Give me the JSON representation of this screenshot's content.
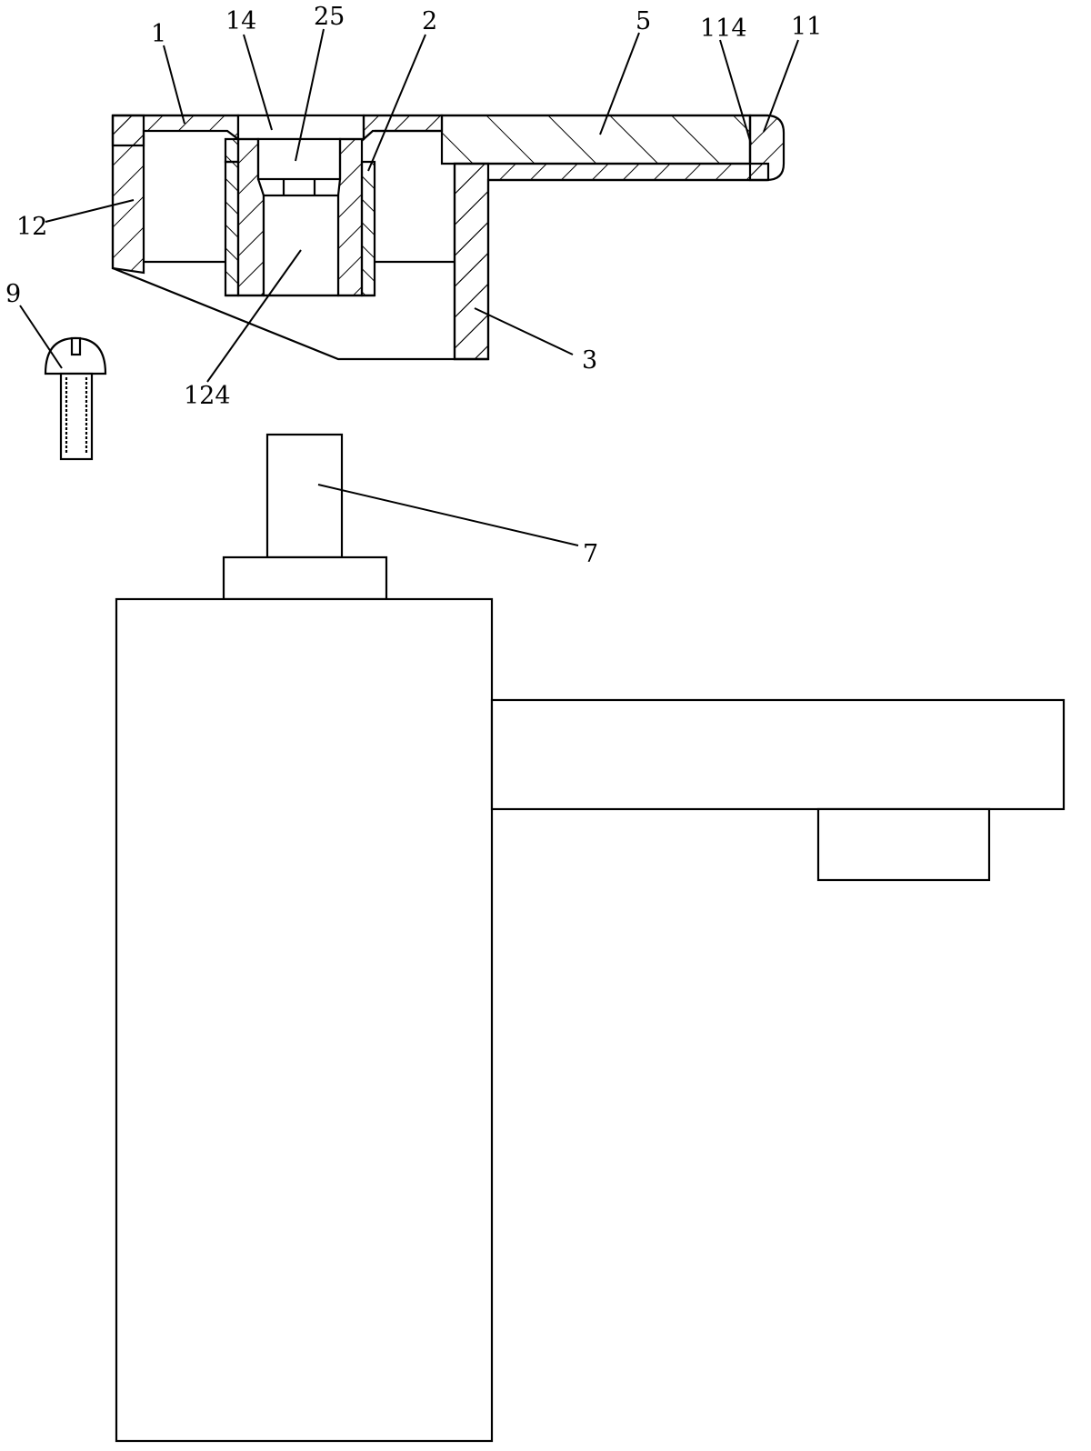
{
  "labels": {
    "l1": "1",
    "l14": "14",
    "l25": "25",
    "l2": "2",
    "l5": "5",
    "l114": "114",
    "l11": "11",
    "l12": "12",
    "l9": "9",
    "l3": "3",
    "l124": "124",
    "l7": "7"
  },
  "colors": {
    "line": "#000000",
    "background": "#ffffff"
  }
}
